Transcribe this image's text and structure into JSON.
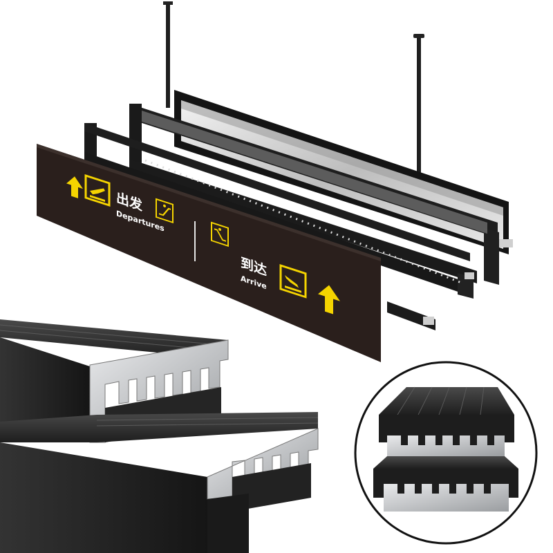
{
  "image": {
    "subject": "Exploded view of a hanging airport wayfinding light-box sign with aluminum extrusion profiles",
    "colors": {
      "background": "#ffffff",
      "panel": "#2a1f1c",
      "frame": "#1c1c1c",
      "aluminum": "#2e2e2e",
      "cut_face": "#cfd1d3",
      "sign_yellow": "#f5d400",
      "glass": "#d9d9d9"
    }
  },
  "sign": {
    "departures_cn": "出发",
    "departures_en": "Departures",
    "arrive_cn": "到达",
    "arrive_en": "Arrive",
    "icons": [
      "up-arrow-icon",
      "departure-plane-icon",
      "escalator-icon",
      "escalator-icon",
      "arrival-plane-icon",
      "up-arrow-icon"
    ]
  }
}
